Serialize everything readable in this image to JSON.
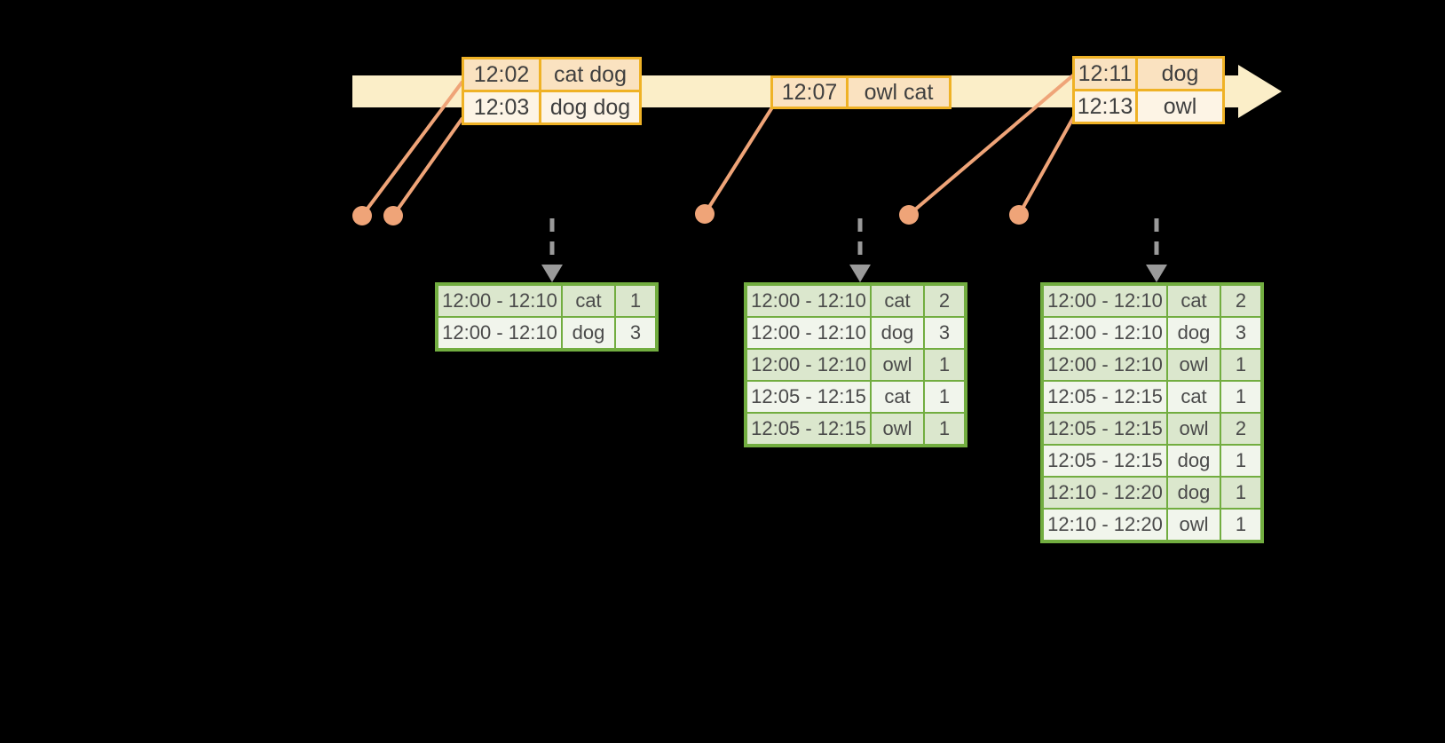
{
  "diagram": {
    "description": "Streaming sliding-window word-count: event stream with timestamped records, event-time dots, and result tables emitted at triggers",
    "stream": {
      "event_tables": [
        {
          "rows": [
            [
              "12:02",
              "cat dog"
            ],
            [
              "12:03",
              "dog dog"
            ]
          ]
        },
        {
          "rows": [
            [
              "12:07",
              "owl cat"
            ]
          ]
        },
        {
          "rows": [
            [
              "12:11",
              "dog"
            ],
            [
              "12:13",
              "owl"
            ]
          ]
        }
      ]
    },
    "result_tables": [
      {
        "rows": [
          [
            "12:00 - 12:10",
            "cat",
            "1"
          ],
          [
            "12:00 - 12:10",
            "dog",
            "3"
          ]
        ]
      },
      {
        "rows": [
          [
            "12:00 - 12:10",
            "cat",
            "2"
          ],
          [
            "12:00 - 12:10",
            "dog",
            "3"
          ],
          [
            "12:00 - 12:10",
            "owl",
            "1"
          ],
          [
            "12:05 - 12:15",
            "cat",
            "1"
          ],
          [
            "12:05 - 12:15",
            "owl",
            "1"
          ]
        ]
      },
      {
        "rows": [
          [
            "12:00 - 12:10",
            "cat",
            "2"
          ],
          [
            "12:00 - 12:10",
            "dog",
            "3"
          ],
          [
            "12:00 - 12:10",
            "owl",
            "1"
          ],
          [
            "12:05 - 12:15",
            "cat",
            "1"
          ],
          [
            "12:05 - 12:15",
            "owl",
            "2"
          ],
          [
            "12:05 - 12:15",
            "dog",
            "1"
          ],
          [
            "12:10 - 12:20",
            "dog",
            "1"
          ],
          [
            "12:10 - 12:20",
            "owl",
            "1"
          ]
        ]
      }
    ],
    "markers": {
      "stream_arrow": "right-arrow-band",
      "event_dots": 5,
      "event_connector_lines": 5,
      "trigger_arrows": 3
    },
    "colors": {
      "background": "#000000",
      "stream_band": "#FBEEC8",
      "event_table_border": "#EFB226",
      "event_row_dark": "#FAE2C0",
      "event_row_light": "#FDF4E5",
      "connector_salmon": "#EFA478",
      "trigger_arrow_gray": "#9A9A9A",
      "result_table_border": "#72AD40",
      "result_row_dark": "#DBE7CD",
      "result_row_light": "#F1F5EC",
      "text": "#3F3F3F"
    }
  }
}
